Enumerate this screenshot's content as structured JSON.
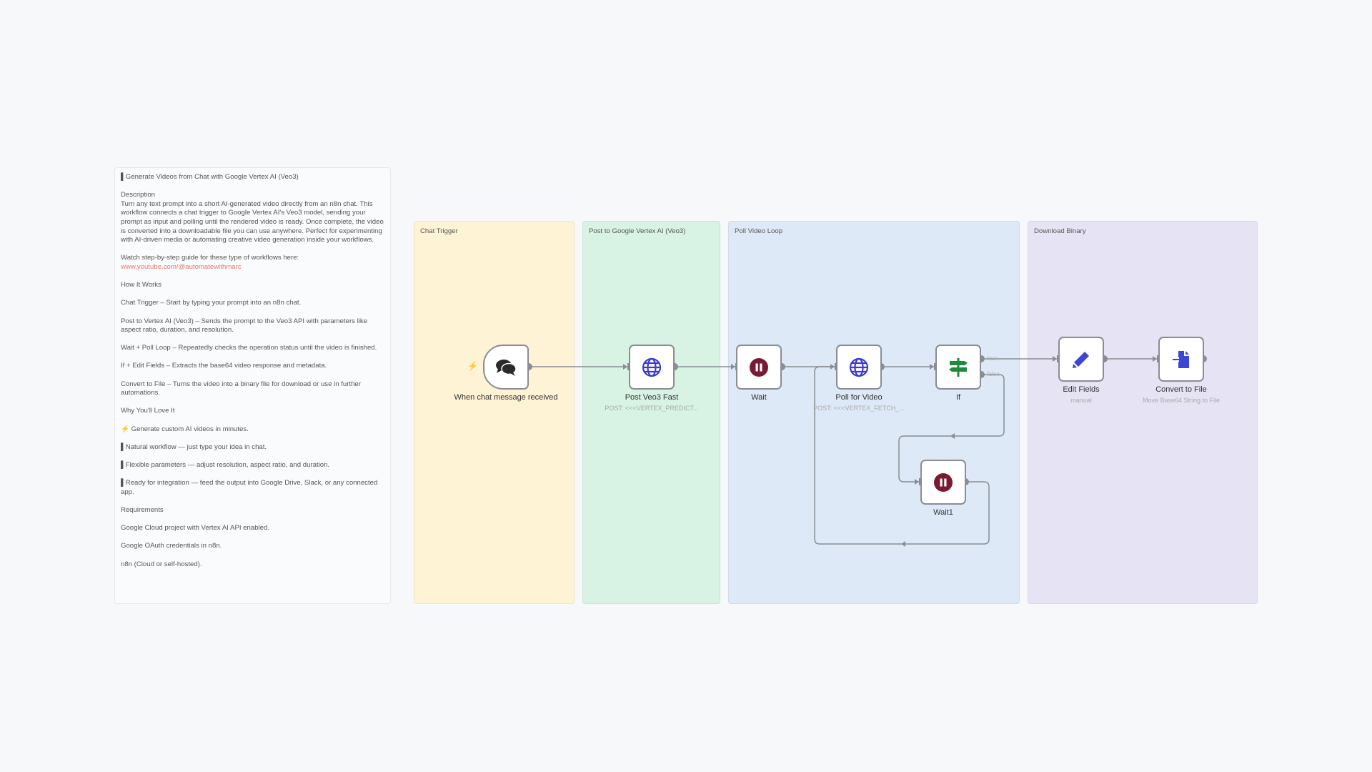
{
  "note": {
    "title": "▌Generate Videos from Chat with Google Vertex AI (Veo3)",
    "description_heading": "Description",
    "description": "Turn any text prompt into a short AI-generated video directly from an n8n chat. This workflow connects a chat trigger to Google Vertex AI's Veo3 model, sending your prompt as input and polling until the rendered video is ready. Once complete, the video is converted into a downloadable file you can use anywhere. Perfect for experimenting with AI-driven media or automating creative video generation inside your workflows.",
    "watch": "Watch step-by-step guide for these type of workflows here:",
    "link": "www.youtube.com/@automatewithmarc",
    "how_heading": "How It Works",
    "how": [
      "Chat Trigger – Start by typing your prompt into an n8n chat.",
      "Post to Vertex AI (Veo3) – Sends the prompt to the Veo3 API with parameters like aspect ratio, duration, and resolution.",
      "Wait + Poll Loop – Repeatedly checks the operation status until the video is finished.",
      "If + Edit Fields – Extracts the base64 video response and metadata.",
      "Convert to File – Turns the video into a binary file for download or use in further automations."
    ],
    "why_heading": "Why You'll Love It",
    "why": [
      "⚡ Generate custom AI videos in minutes.",
      "▌Natural workflow — just type your idea in chat.",
      "▌Flexible parameters — adjust resolution, aspect ratio, and duration.",
      "▌Ready for integration — feed the output into Google Drive, Slack, or any connected app."
    ],
    "req_heading": "Requirements",
    "req": [
      "Google Cloud project with Vertex AI API enabled.",
      "Google OAuth credentials in n8n.",
      "n8n (Cloud or self-hosted)."
    ]
  },
  "groups": [
    {
      "label": "Chat Trigger",
      "color": "#fff3d6"
    },
    {
      "label": "Post to Google Vertex AI (Veo3)",
      "color": "#d8f2e4"
    },
    {
      "label": "Poll Video Loop",
      "color": "#dde9f6"
    },
    {
      "label": "Download Binary",
      "color": "#e6e4f4"
    }
  ],
  "nodes": {
    "chat": {
      "label": "When chat message received",
      "icon": "chat-bubbles-icon"
    },
    "post": {
      "label": "Post Veo3 Fast",
      "subtitle": "POST: <<<VERTEX_PREDICT...",
      "icon": "globe-icon"
    },
    "wait": {
      "label": "Wait",
      "icon": "pause-icon"
    },
    "poll": {
      "label": "Poll for Video",
      "subtitle": "POST: <<<VERTEX_FETCH_...",
      "icon": "globe-icon"
    },
    "if": {
      "label": "If",
      "icon": "signpost-icon",
      "true_label": "true",
      "false_label": "false"
    },
    "wait1": {
      "label": "Wait1",
      "icon": "pause-icon"
    },
    "edit": {
      "label": "Edit Fields",
      "subtitle": "manual",
      "icon": "pencil-icon"
    },
    "convert": {
      "label": "Convert to File",
      "subtitle": "Move Base64 String to File",
      "icon": "file-import-icon"
    }
  },
  "colors": {
    "globe": "#3b3bd0",
    "pause": "#7a1a32",
    "if": "#1e8a3c",
    "edit": "#3c45d6",
    "link": "#e8766a"
  }
}
